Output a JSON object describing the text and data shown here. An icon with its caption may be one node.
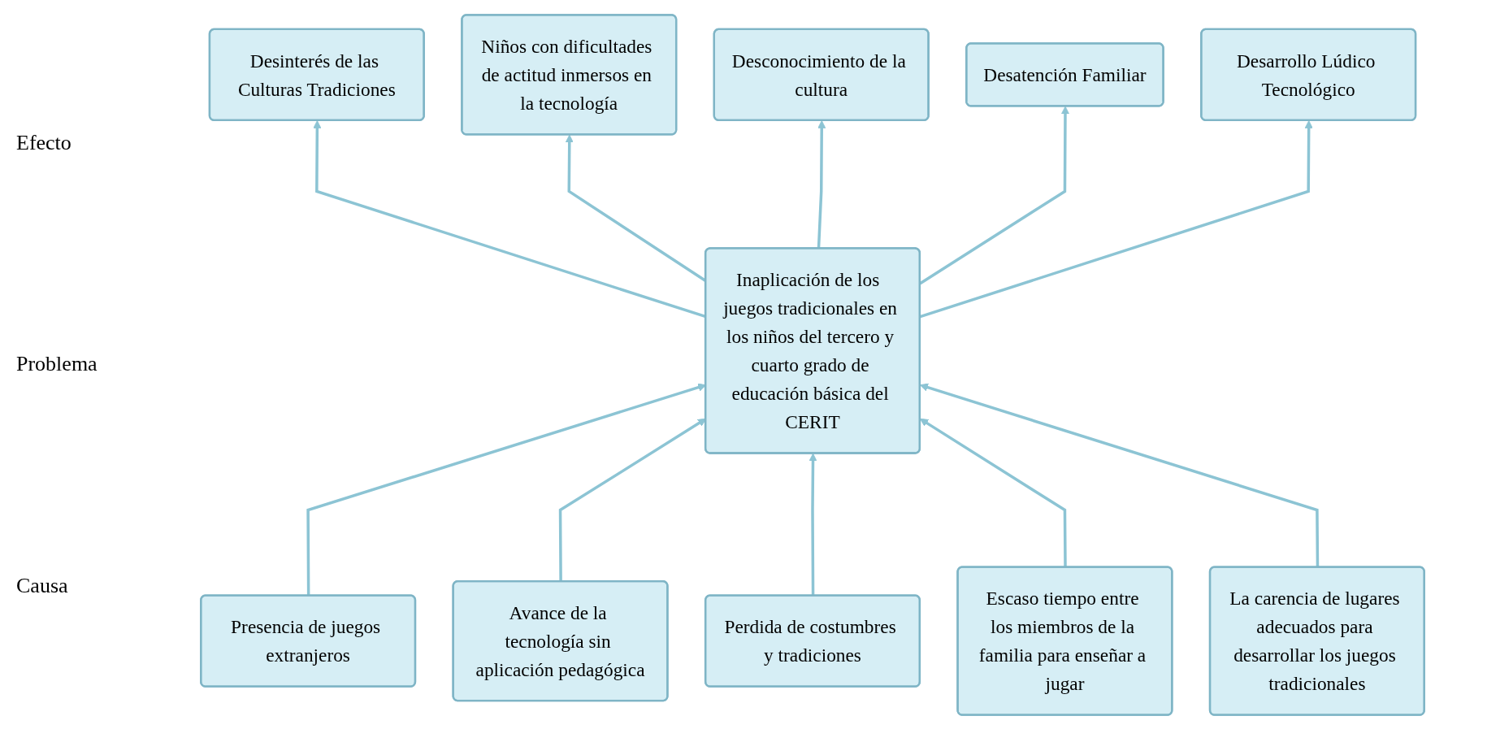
{
  "diagram": {
    "nodes": [
      {
        "text": [
          "Desinterés de las Culturas Tradiciones"
        ]
      },
      {
        "text": [
          "Niños con dificultades de actitud inmersos en la tecnología"
        ]
      },
      {
        "text": [
          "Desconocimiento de la cultura"
        ]
      },
      {
        "text": [
          "Desatención Familiar"
        ]
      },
      {
        "text": [
          "Desarrollo Lúdico Tecnológico"
        ]
      },
      {
        "text": [
          "Inaplicación de los  juegos tradicionales en los niños del tercero y cuarto grado de educación básica del CERIT"
        ]
      },
      {
        "text": [
          "Presencia de juegos extranjeros"
        ]
      },
      {
        "text": [
          "Avance de la tecnología sin aplicación pedagógica"
        ]
      },
      {
        "text": [
          "Perdida de costumbres y tradiciones"
        ]
      },
      {
        "text": [
          "Escaso tiempo entre los miembros de la familia para enseñar a jugar"
        ]
      },
      {
        "text": [
          "La carencia de lugares adecuados para desarrollar los juegos tradicionales"
        ]
      }
    ],
    "edges": [
      {
        "from": 5,
        "to": 0,
        "arrow": "to"
      },
      {
        "from": 5,
        "to": 1,
        "arrow": "to"
      },
      {
        "from": 5,
        "to": 2,
        "arrow": "to"
      },
      {
        "from": 5,
        "to": 3,
        "arrow": "to"
      },
      {
        "from": 5,
        "to": 4,
        "arrow": "to"
      },
      {
        "from": 6,
        "to": 5,
        "arrow": "to"
      },
      {
        "from": 7,
        "to": 5,
        "arrow": "to"
      },
      {
        "from": 8,
        "to": 5,
        "arrow": "to"
      },
      {
        "from": 9,
        "to": 5,
        "arrow": "to"
      },
      {
        "from": 10,
        "to": 5,
        "arrow": "to"
      }
    ],
    "labels": [
      "Efecto",
      "Problema",
      "Causa"
    ]
  }
}
